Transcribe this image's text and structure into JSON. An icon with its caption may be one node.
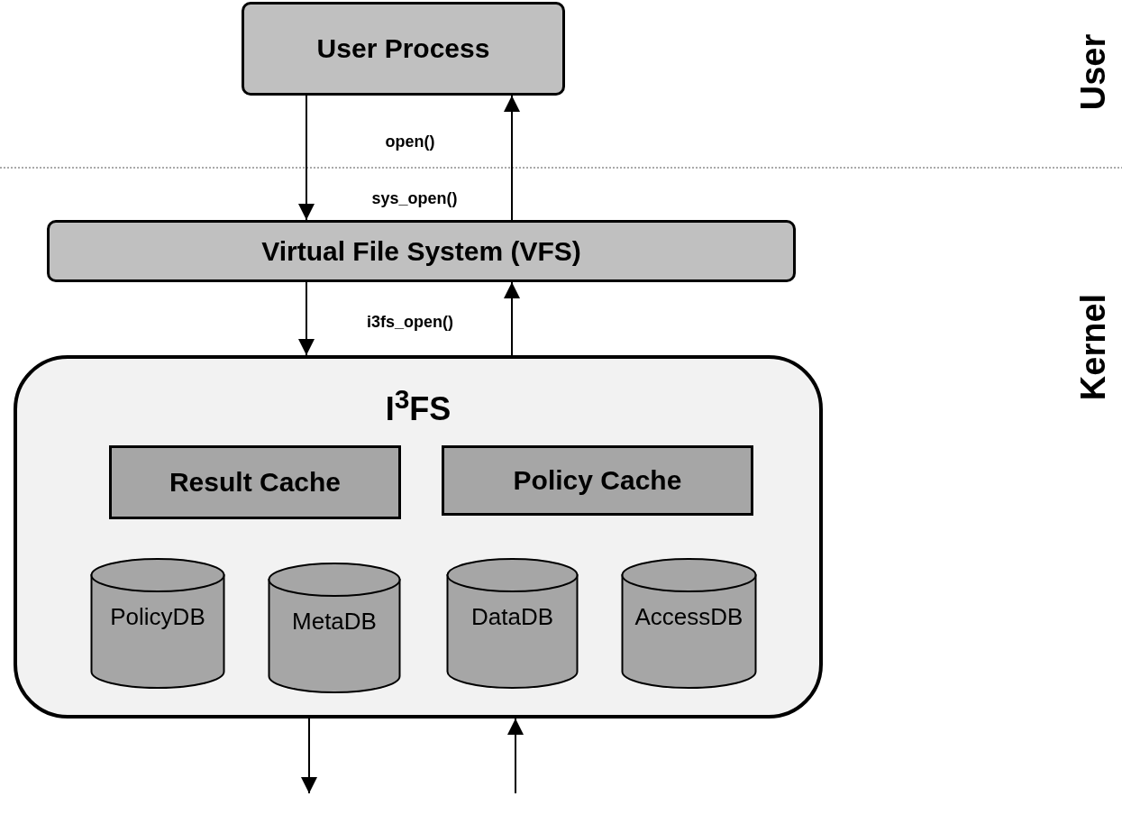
{
  "diagram": {
    "nodes": [
      {
        "text": [
          "User Process"
        ]
      },
      {
        "text": [
          "Virtual File System (VFS)"
        ]
      },
      {
        "text": [
          "I$^{3}$FS"
        ]
      },
      {
        "text": [
          "Result Cache"
        ],
        "in": 2
      },
      {
        "text": [
          "Policy Cache"
        ],
        "in": 2
      },
      {
        "text": [
          "PolicyDB"
        ],
        "in": 2
      },
      {
        "text": [
          "MetaDB"
        ],
        "in": 2
      },
      {
        "text": [
          "DataDB"
        ],
        "in": 2
      },
      {
        "text": [
          "AccessDB"
        ],
        "in": 2
      }
    ],
    "edges": [
      {
        "from": 0,
        "to": 1,
        "arrow": "to"
      },
      {
        "from": 1,
        "to": 0,
        "arrow": "to"
      },
      {
        "from": 1,
        "to": 2,
        "arrow": "to"
      },
      {
        "from": 2,
        "to": 1,
        "arrow": "to"
      },
      {
        "from": 2,
        "to": null,
        "arrow": "to"
      },
      {
        "from": null,
        "to": 2,
        "arrow": "to"
      }
    ],
    "labels": [
      "User",
      "Kernel",
      "open()",
      "sys_open()",
      "i3fs_open()"
    ]
  }
}
